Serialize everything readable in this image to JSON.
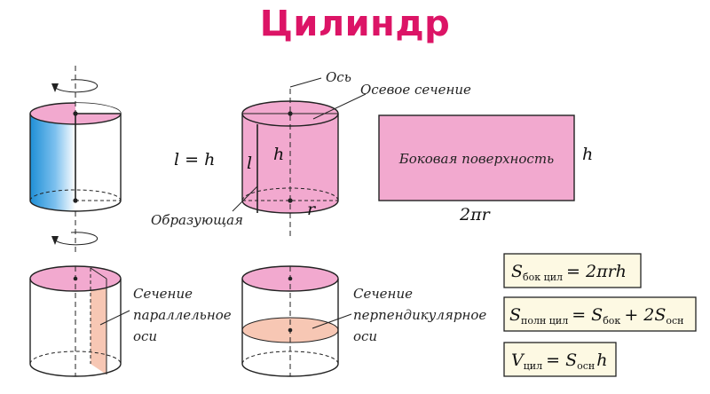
{
  "title": "Цилиндр",
  "labels": {
    "axis": "Ось",
    "axial_section": "Осевое сечение",
    "lateral_surface": "Боковая поверхность",
    "generatrix": "Образующая",
    "l_eq_h": "l = h",
    "l": "l",
    "h": "h",
    "r": "r",
    "rect_width": "2πr",
    "rect_height": "h",
    "parallel_section": [
      "Сечение",
      "параллельное",
      "оси"
    ],
    "perpendicular_section": [
      "Сечение",
      "перпендикулярное",
      "оси"
    ]
  },
  "formulas": {
    "lateral": {
      "lhs": "S",
      "lhs_sub": "бок цил",
      "rhs": "= 2πrh"
    },
    "total": {
      "lhs": "S",
      "lhs_sub": "полн цил",
      "mid": "= S",
      "mid_sub": "бок",
      "rhs": "+ 2S",
      "rhs_sub": "осн"
    },
    "volume": {
      "lhs": "V",
      "lhs_sub": "цил",
      "mid": "= S",
      "mid_sub": "осн",
      "rhs": "h"
    }
  },
  "colors": {
    "title": "#dc1466",
    "pink": "#f2a9cf",
    "pink_top": "#e79ac4",
    "peach": "#f7c7b4",
    "blue": "#1f8fd6",
    "formula_bg": "#fdf9e3"
  },
  "icons": [
    "rotation-arrow-icon"
  ]
}
